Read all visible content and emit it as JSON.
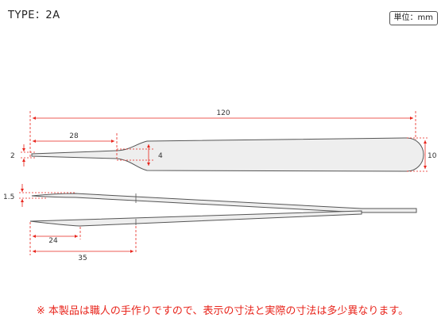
{
  "header": {
    "title": "TYPE：2A",
    "unit": "単位：mm"
  },
  "dimensions": {
    "total_length": "120",
    "tip_length": "28",
    "tip_width": "2",
    "neck_width": "4",
    "body_width": "10",
    "tip_thickness": "1.5",
    "point_taper": "24",
    "side_taper": "35"
  },
  "colors": {
    "dimension_line": "#e8251c",
    "outline": "#555555",
    "body_fill": "#eeeeee",
    "note": "#e8251c"
  },
  "footer": {
    "note": "※ 本製品は職人の手作りですので、表示の寸法と実際の寸法は多少異なります。"
  }
}
